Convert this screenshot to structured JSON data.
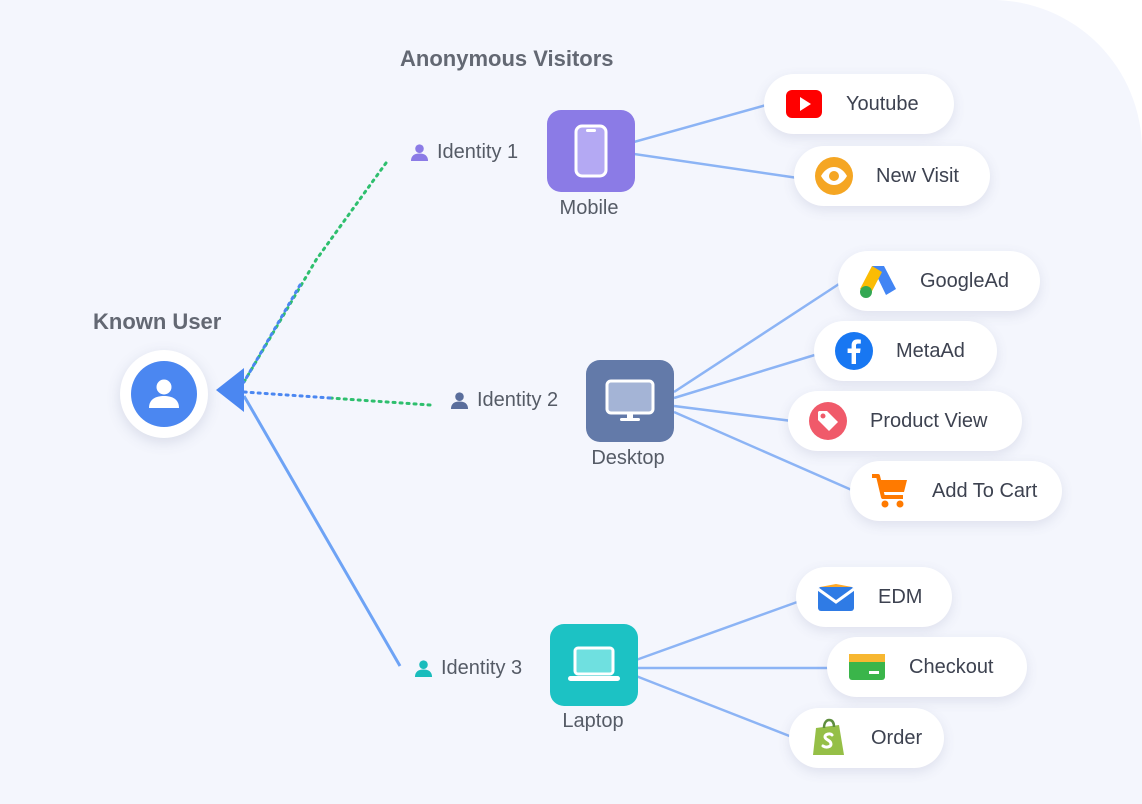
{
  "header": {
    "title": "Anonymous Visitors"
  },
  "known_user": {
    "label": "Known User",
    "icon": "user-icon",
    "color": "#4b87f1"
  },
  "identities": [
    {
      "label": "Identity 1",
      "icon": "person-icon",
      "color": "#8b7be6"
    },
    {
      "label": "Identity 2",
      "icon": "person-icon",
      "color": "#5a6e9c"
    },
    {
      "label": "Identity 3",
      "icon": "person-icon",
      "color": "#1abcbc"
    }
  ],
  "devices": [
    {
      "label": "Mobile",
      "icon": "mobile-phone-icon",
      "color": "#8b7be6"
    },
    {
      "label": "Desktop",
      "icon": "desktop-monitor-icon",
      "color": "#637aa9"
    },
    {
      "label": "Laptop",
      "icon": "laptop-icon",
      "color": "#1cc2c4"
    }
  ],
  "events": [
    {
      "label": "Youtube",
      "icon": "youtube-icon",
      "color": "#ff0000"
    },
    {
      "label": "New Visit",
      "icon": "eye-icon",
      "color": "#f5a623"
    },
    {
      "label": "GoogleAd",
      "icon": "google-ads-icon",
      "color": "#fbbc04"
    },
    {
      "label": "MetaAd",
      "icon": "facebook-icon",
      "color": "#1877f2"
    },
    {
      "label": "Product View",
      "icon": "price-tag-icon",
      "color": "#f05a6a"
    },
    {
      "label": "Add To Cart",
      "icon": "shopping-cart-icon",
      "color": "#ff7a00"
    },
    {
      "label": "EDM",
      "icon": "envelope-icon",
      "color": "#2f7be5"
    },
    {
      "label": "Checkout",
      "icon": "credit-card-icon",
      "color": "#3ab54a"
    },
    {
      "label": "Order",
      "icon": "shopify-bag-icon",
      "color": "#95bf47"
    }
  ],
  "colors": {
    "line": "#8cb4f5",
    "dotted_green": "#2ebf6e",
    "dotted_blue": "#4b87f1",
    "arrow": "#4b87f1"
  }
}
